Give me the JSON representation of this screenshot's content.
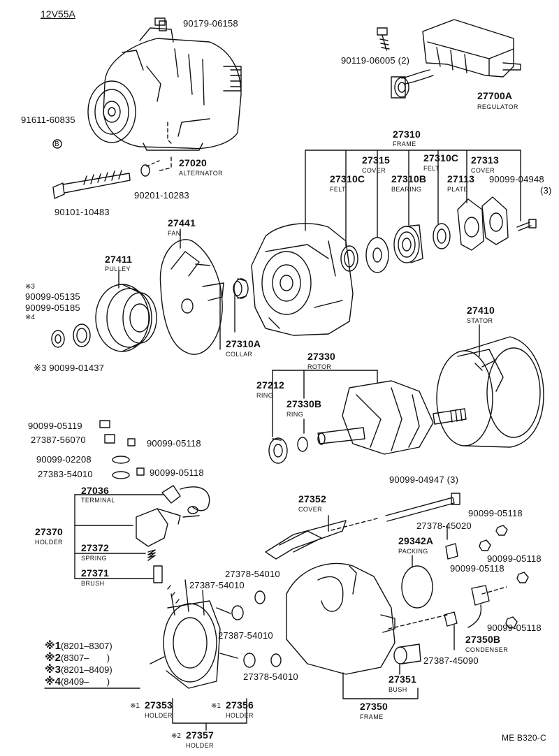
{
  "model": "12V55A",
  "diagram_code": "ME B320-C",
  "legend": [
    {
      "mark": "※1",
      "text": "(8201–8307)"
    },
    {
      "mark": "※2",
      "text": "(8307–       )"
    },
    {
      "mark": "※3",
      "text": "(8201–8409)"
    },
    {
      "mark": "※4",
      "text": "(8409–       )"
    }
  ],
  "parts": {
    "p90179": "90179-06158",
    "p91611": "91611-60835",
    "mark_b": "B",
    "p27020": "27020",
    "n27020": "ALTERNATOR",
    "p90201": "90201-10283",
    "p90101": "90101-10483",
    "p90119": "90119-06005 (2)",
    "p27700": "27700A",
    "n27700": "REGULATOR",
    "p27310": "27310",
    "n27310": "FRAME",
    "p27315": "27315",
    "n27315": "COVER",
    "p27310c1": "27310C",
    "n27310c1": "FELT",
    "p27310c2": "27310C",
    "n27310c2": "FELT",
    "p27310b": "27310B",
    "n27310b": "BEARING",
    "p27313": "27313",
    "n27313": "COVER",
    "p27113": "27113",
    "n27113": "PLATE",
    "p90099_04948": "90099-04948",
    "q90099_04948": "(3)",
    "p27441": "27441",
    "n27441": "FAN",
    "p27411": "27411",
    "n27411": "PULLEY",
    "m3": "※3",
    "p90099_05135": "90099-05135",
    "p90099_05185": "90099-05185",
    "m4": "※4",
    "p90099_01437": "※3 90099-01437",
    "p27310a": "27310A",
    "n27310a": "COLLAR",
    "p27410": "27410",
    "n27410": "STATOR",
    "p27330": "27330",
    "n27330": "ROTOR",
    "p27212": "27212",
    "n27212": "RING",
    "p27330b": "27330B",
    "n27330b": "RING",
    "p90099_05119": "90099-05119",
    "p27387_56070": "27387-56070",
    "p90099_05118a": "90099-05118",
    "p90099_02208": "90099-02208",
    "p27383_54010": "27383-54010",
    "p90099_05118b": "90099-05118",
    "p27036": "27036",
    "n27036": "TERMINAL",
    "p27370": "27370",
    "n27370": "HOLDER",
    "p27372": "27372",
    "n27372": "SPRING",
    "p27371": "27371",
    "n27371": "BRUSH",
    "p90099_04947": "90099-04947 (3)",
    "p27352": "27352",
    "n27352": "COVER",
    "p27378_45020": "27378-45020",
    "p90099_05118c": "90099-05118",
    "p29342a": "29342A",
    "n29342a": "PACKING",
    "p90099_05118d": "90099-05118",
    "p90099_05118e": "90099-05118",
    "p27378_54010a": "27378-54010",
    "p27387_54010a": "27387-54010",
    "p27387_54010b": "27387-54010",
    "p27378_54010b": "27378-54010",
    "p90099_05118f": "90099-05118",
    "p27350b": "27350B",
    "n27350b": "CONDENSER",
    "p27387_45090": "27387-45090",
    "p27351": "27351",
    "n27351": "BUSH",
    "p27350": "27350",
    "n27350": "FRAME",
    "m1a": "※1",
    "p27353": "27353",
    "n27353": "HOLDER",
    "m1b": "※1",
    "p27356": "27356",
    "n27356": "HOLDER",
    "m2": "※2",
    "p27357": "27357",
    "n27357": "HOLDER"
  }
}
